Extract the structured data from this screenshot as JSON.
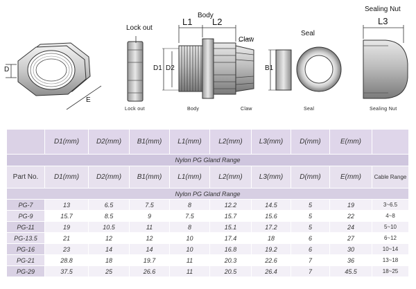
{
  "drawing": {
    "locknut": {
      "d": "D",
      "e": "E",
      "title": "Lock out",
      "caption": "Lock out"
    },
    "body": {
      "title": "Body",
      "l1": "L1",
      "l2": "L2",
      "claw": "Claw",
      "d1": "D1",
      "d2": "D2",
      "caption": "Body",
      "claw_caption": "Claw"
    },
    "seal": {
      "b1": "B1",
      "title": "Seal",
      "caption": "Seal"
    },
    "sealing_nut": {
      "title": "Sealing Nut",
      "l3": "L3",
      "caption": "Sealing Nut"
    }
  },
  "table": {
    "header1": [
      "",
      "D1(mm)",
      "D2(mm)",
      "B1(mm)",
      "L1(mm)",
      "L2(mm)",
      "L3(mm)",
      "D(mm)",
      "E(mm)",
      ""
    ],
    "range_title": "Nylon PG Gland Range",
    "header2": [
      "Part No.",
      "D1(mm)",
      "D2(mm)",
      "B1(mm)",
      "L1(mm)",
      "L2(mm)",
      "L3(mm)",
      "D(mm)",
      "E(mm)",
      "Cable Range"
    ],
    "range_title2": "Nylon PG Gland Range",
    "rows": [
      [
        "PG-7",
        "13",
        "6.5",
        "7.5",
        "8",
        "12.2",
        "14.5",
        "5",
        "19",
        "3~6.5"
      ],
      [
        "PG-9",
        "15.7",
        "8.5",
        "9",
        "7.5",
        "15.7",
        "15.6",
        "5",
        "22",
        "4~8"
      ],
      [
        "PG-11",
        "19",
        "10.5",
        "11",
        "8",
        "15.1",
        "17.2",
        "5",
        "24",
        "5~10"
      ],
      [
        "PG-13.5",
        "21",
        "12",
        "12",
        "10",
        "17.4",
        "18",
        "6",
        "27",
        "6~12"
      ],
      [
        "PG-16",
        "23",
        "14",
        "14",
        "10",
        "16.8",
        "19.2",
        "6",
        "30",
        "10~14"
      ],
      [
        "PG-21",
        "28.8",
        "18",
        "19.7",
        "11",
        "20.3",
        "22.6",
        "7",
        "36",
        "13~18"
      ],
      [
        "PG-29",
        "37.5",
        "25",
        "26.6",
        "11",
        "20.5",
        "26.4",
        "7",
        "45.5",
        "18~25"
      ]
    ]
  }
}
